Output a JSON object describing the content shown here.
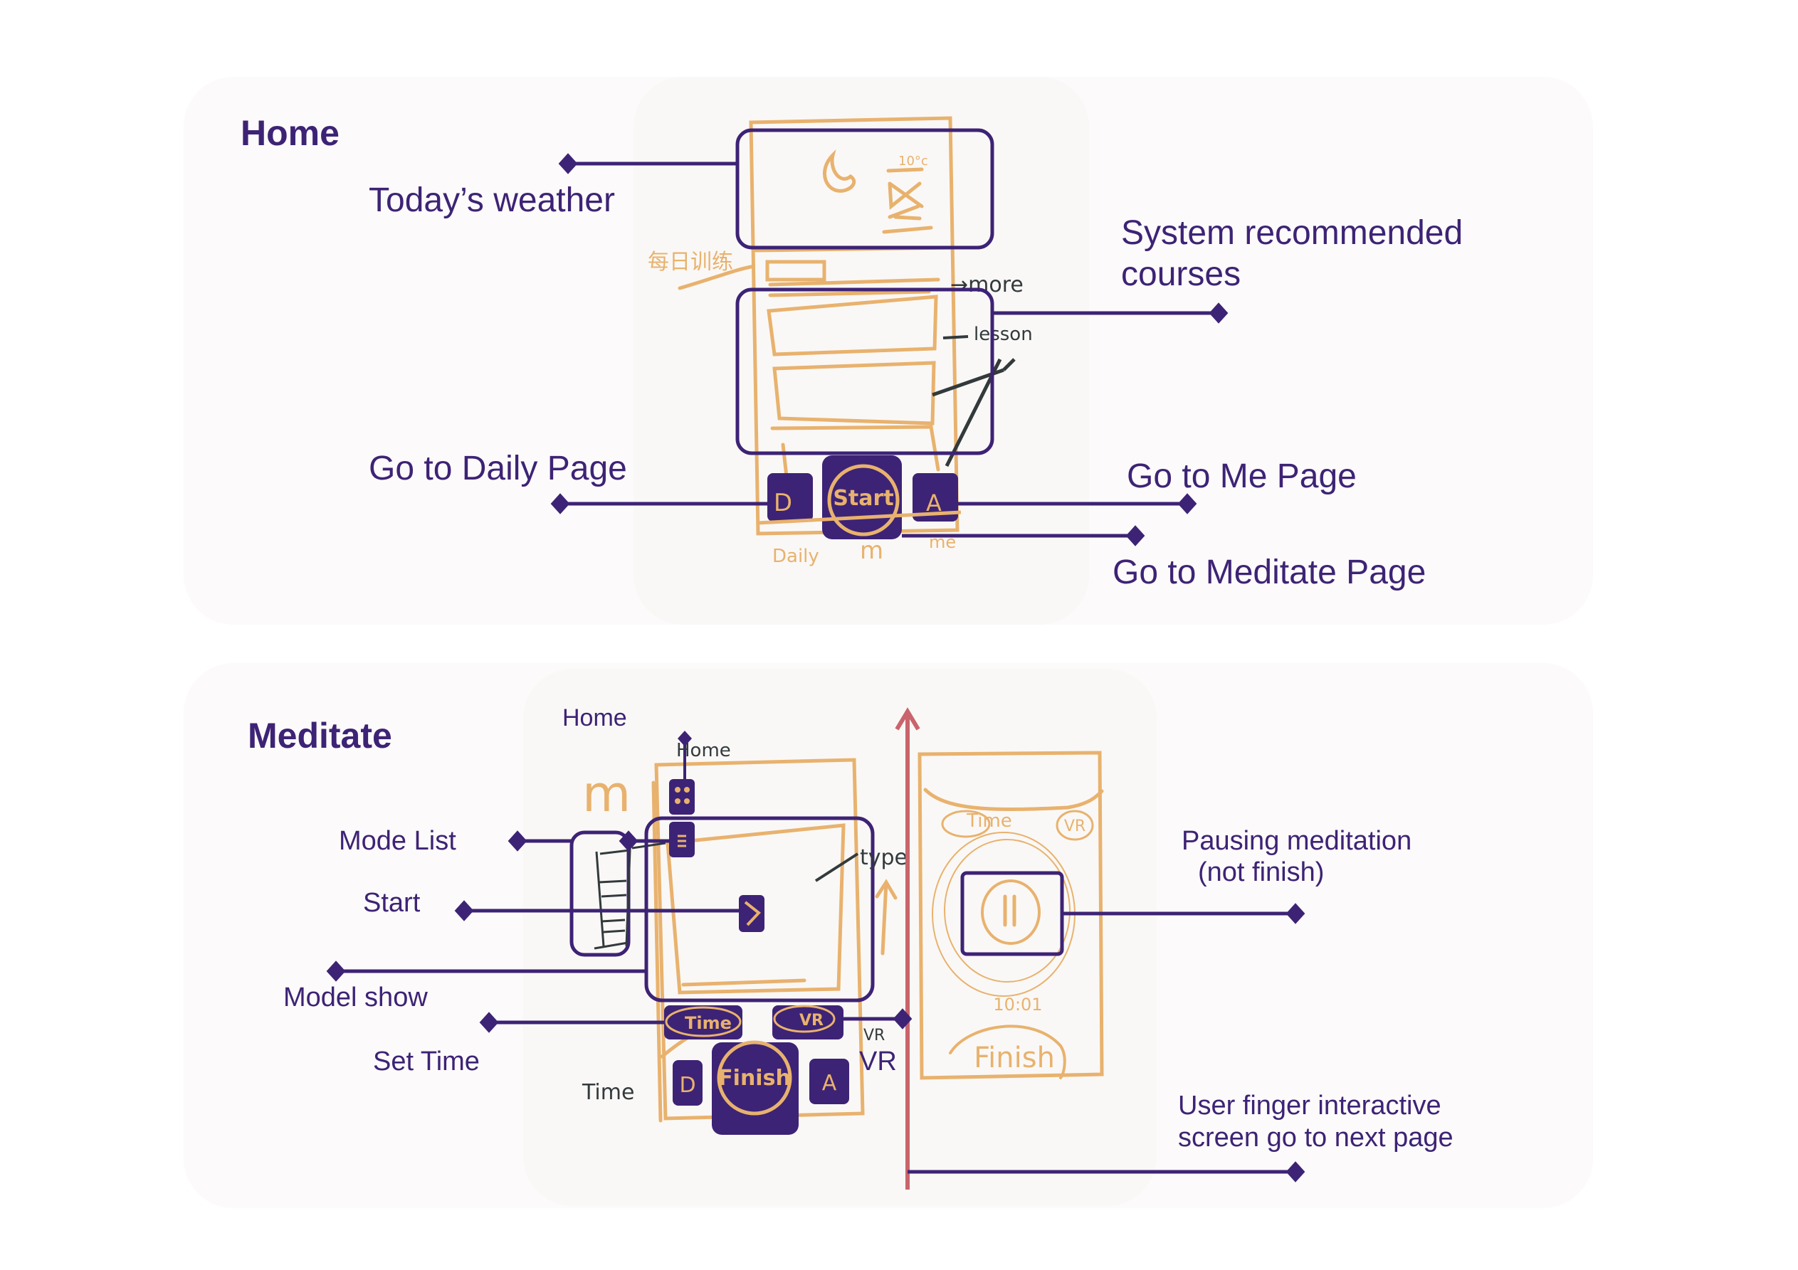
{
  "colors": {
    "primary": "#3d2375",
    "sketch": "#e8b26e",
    "ink": "#323a3c",
    "arrow": "#c9646c",
    "panel_bg": "#fcfafa"
  },
  "home": {
    "title": "Home",
    "annotations": {
      "weather": "Today’s weather",
      "recommended_line1": "System recommended",
      "recommended_line2": "courses",
      "daily": "Go to Daily Page",
      "me": "Go to Me Page",
      "meditate": "Go to Meditate Page"
    },
    "sketch": {
      "weather_temp": "10°c",
      "daily_training_cn": "每日训练",
      "more_note": "→more",
      "lesson_note": "lesson",
      "nav_daily_glyph": "D",
      "nav_start_label": "Start",
      "nav_me_glyph": "Α",
      "nav_daily_caption": "Daily",
      "nav_meditate_caption": "m",
      "nav_me_caption": "me"
    }
  },
  "meditate": {
    "title": "Meditate",
    "annotations": {
      "home": "Home",
      "mode_list": "Mode List",
      "start": "Start",
      "model_show": "Model show",
      "set_time": "Set Time",
      "vr": "VR",
      "pausing_line1": "Pausing meditation",
      "pausing_line2": "(not finish)",
      "swipe_line1": "User finger interactive",
      "swipe_line2": "screen go to next page"
    },
    "sketch": {
      "m_logo": "m",
      "home_note": "Home",
      "type_note": "type",
      "time_note": "Time",
      "vr_note": "VR",
      "time_button": "Time",
      "vr_button": "VR",
      "finish_button": "Finish",
      "nav_daily_glyph": "D",
      "nav_me_glyph": "Α",
      "paused_timer": "10:01",
      "paused_time_chip": "Time",
      "paused_vr_chip": "VR",
      "paused_finish": "Finish"
    }
  }
}
